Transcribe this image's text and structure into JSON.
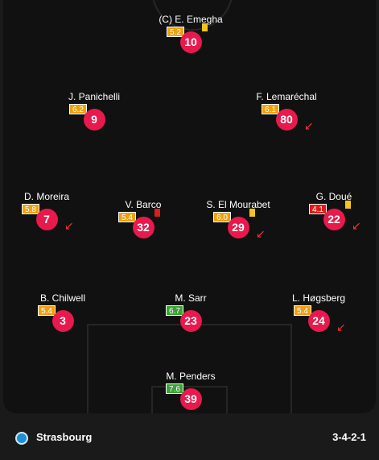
{
  "colors": {
    "rating_orange": "#f0a00e",
    "rating_green": "#3aa334",
    "rating_red": "#e01b1b",
    "number_bg": "#e8194d",
    "yellow_card": "#f5c518",
    "red_card": "#d81e1e",
    "sub_arrow": "#ee3434"
  },
  "players": [
    {
      "id": "emegha",
      "name": "(C) E. Emegha",
      "rating": "5.2",
      "rating_color": "orange",
      "number": "10",
      "card": "yellow",
      "sub_out": false
    },
    {
      "id": "panichelli",
      "name": "J. Panichelli",
      "rating": "6.2",
      "rating_color": "orange",
      "number": "9",
      "card": "",
      "sub_out": false
    },
    {
      "id": "lemarechal",
      "name": "F. Lemaréchal",
      "rating": "6.1",
      "rating_color": "orange",
      "number": "80",
      "card": "",
      "sub_out": true
    },
    {
      "id": "moreira",
      "name": "D. Moreira",
      "rating": "5.8",
      "rating_color": "orange",
      "number": "7",
      "card": "",
      "sub_out": true
    },
    {
      "id": "barco",
      "name": "V. Barco",
      "rating": "5.4",
      "rating_color": "orange",
      "number": "32",
      "card": "red",
      "sub_out": false
    },
    {
      "id": "el-mourabet",
      "name": "S. El Mourabet",
      "rating": "6.0",
      "rating_color": "orange",
      "number": "29",
      "card": "yellow",
      "sub_out": true
    },
    {
      "id": "doue",
      "name": "G. Doué",
      "rating": "4.1",
      "rating_color": "red",
      "number": "22",
      "card": "yellow",
      "sub_out": true
    },
    {
      "id": "chilwell",
      "name": "B. Chilwell",
      "rating": "5.4",
      "rating_color": "orange",
      "number": "3",
      "card": "",
      "sub_out": false
    },
    {
      "id": "sarr",
      "name": "M. Sarr",
      "rating": "6.7",
      "rating_color": "green",
      "number": "23",
      "card": "",
      "sub_out": false
    },
    {
      "id": "hogsberg",
      "name": "L. Høgsberg",
      "rating": "5.4",
      "rating_color": "orange",
      "number": "24",
      "card": "",
      "sub_out": true
    },
    {
      "id": "penders",
      "name": "M. Penders",
      "rating": "7.6",
      "rating_color": "green",
      "number": "39",
      "card": "",
      "sub_out": false
    }
  ],
  "team": {
    "name": "Strasbourg",
    "formation": "3-4-2-1",
    "logo_icon": "strasbourg-crest-icon"
  }
}
